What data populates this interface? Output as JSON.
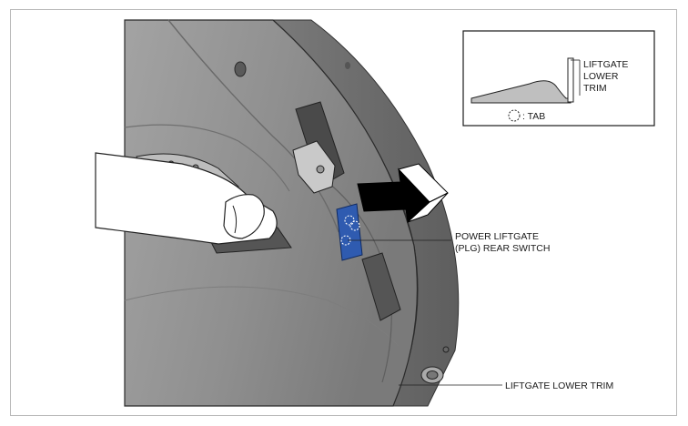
{
  "labels": {
    "switch_line1": "POWER LIFTGATE",
    "switch_line2": "(PLG) REAR SWITCH",
    "trim": "LIFTGATE LOWER TRIM"
  },
  "inset": {
    "trim_line1": "LIFTGATE",
    "trim_line2": "LOWER",
    "trim_line3": "TRIM",
    "tab_legend": ": TAB"
  },
  "colors": {
    "panel": "#909090",
    "panel_dark": "#6f6f6f",
    "panel_light": "#aaaaaa",
    "switch_blue": "#2f5bb0"
  }
}
